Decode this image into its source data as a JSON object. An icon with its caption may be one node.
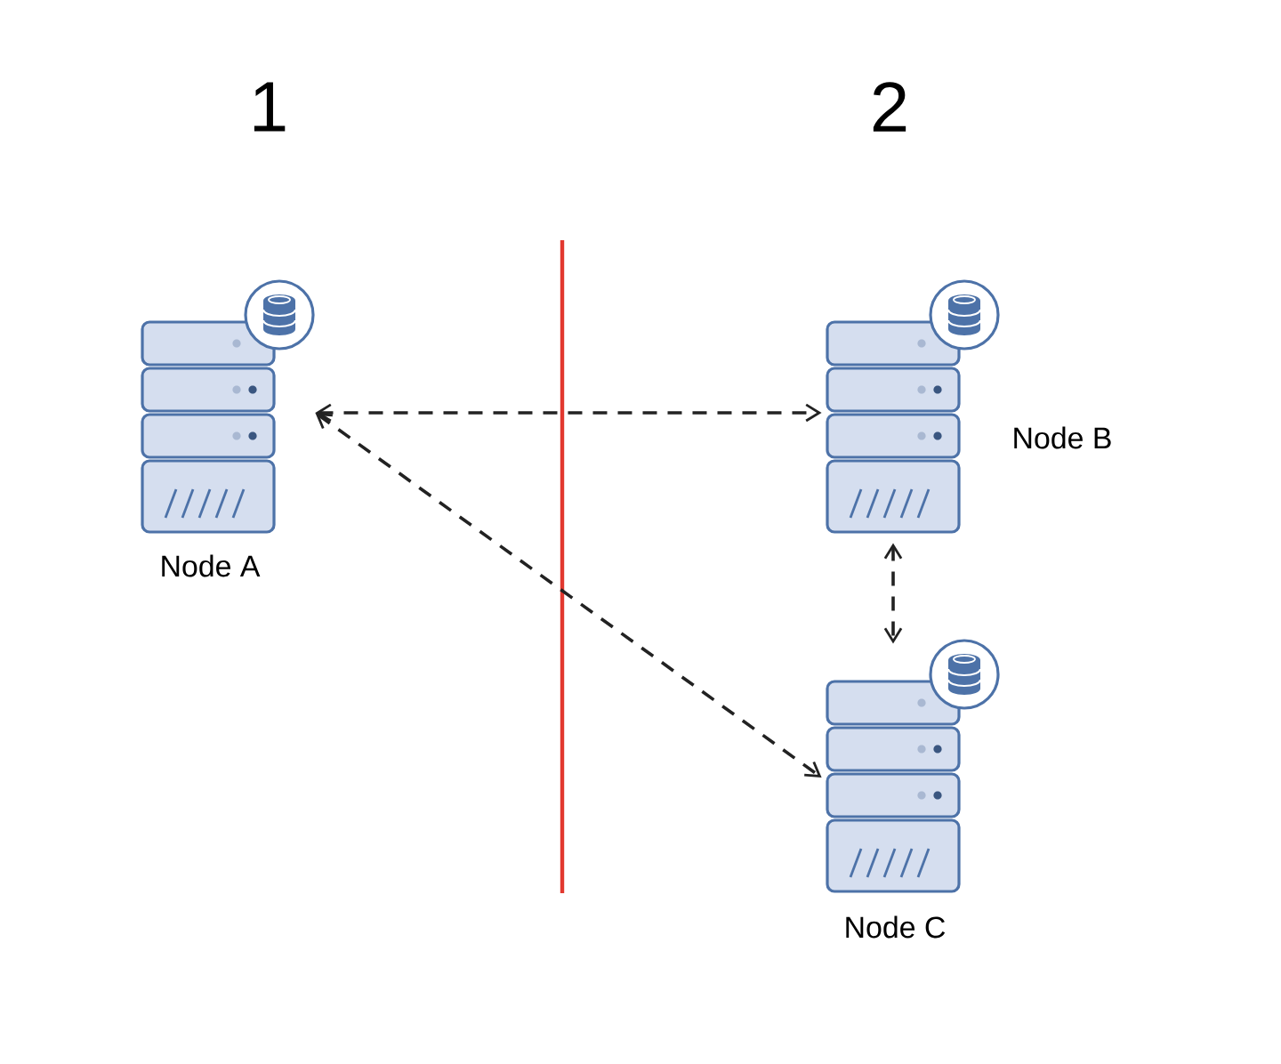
{
  "diagram": {
    "nodes": [
      {
        "text": [
          "Node A"
        ]
      },
      {
        "text": [
          "Node B"
        ]
      },
      {
        "text": [
          "Node C"
        ]
      }
    ],
    "edges": [
      {
        "from": 0,
        "to": 1,
        "arrow": "both",
        "style": "dashed"
      },
      {
        "from": 0,
        "to": 2,
        "arrow": "both",
        "style": "dashed"
      },
      {
        "from": 1,
        "to": 2,
        "arrow": "both",
        "style": "dashed"
      }
    ],
    "labels": [
      "1",
      "2"
    ]
  }
}
